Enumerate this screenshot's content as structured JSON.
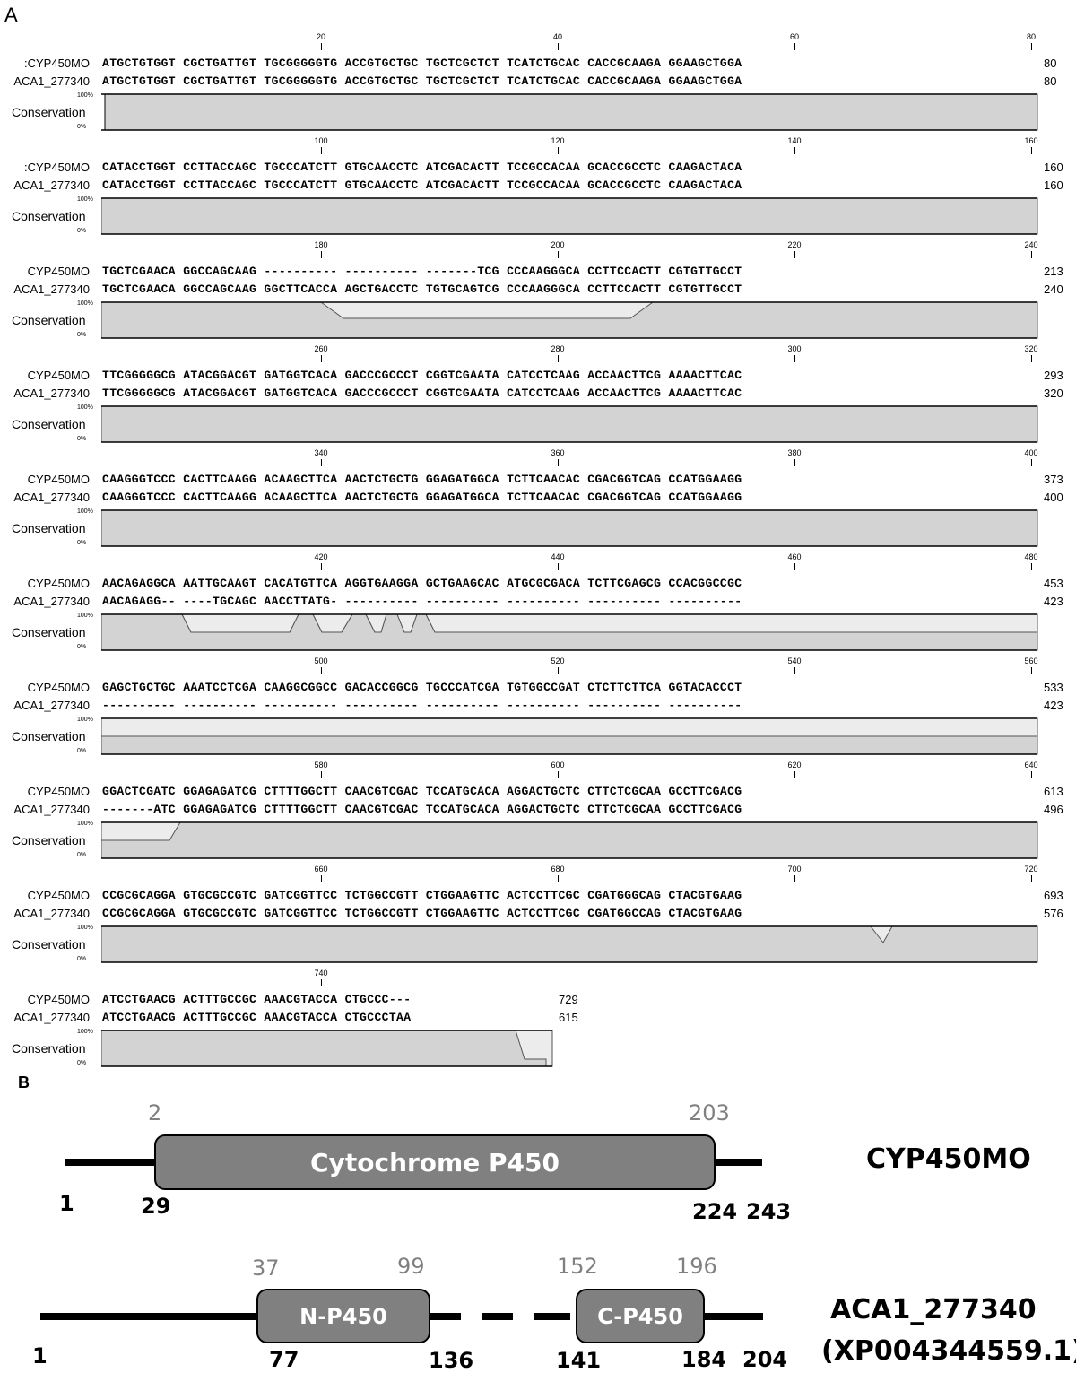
{
  "panelA": {
    "label": "A",
    "conservation_label": "Conservation",
    "pct_top": "100%",
    "pct_bottom": "0%",
    "blocks": [
      {
        "ruler": [
          "20",
          "40",
          "60",
          "80"
        ],
        "rows": [
          {
            "name": "CYP450MO",
            "prefix": ":",
            "seq": "ATGCTGTGGT CGCTGATTGT TGCGGGGGTG ACCGTGCTGC TGCTCGCTCT TCATCTGCAC CACCGCAAGA GGAAGCTGGA",
            "end": "80"
          },
          {
            "name": "ACA1_277340",
            "prefix": "",
            "seq": "ATGCTGTGGT CGCTGATTGT TGCGGGGGTG ACCGTGCTGC TGCTCGCTCT TCATCTGCAC CACCGCAAGA GGAAGCTGGA",
            "end": "80"
          }
        ],
        "cons": "full_with_start"
      },
      {
        "ruler": [
          "100",
          "120",
          "140",
          "160"
        ],
        "rows": [
          {
            "name": "CYP450MO",
            "prefix": ":",
            "seq": "CATACCTGGT CCTTACCAGC TGCCCATCTT GTGCAACCTC ATCGACACTT TCCGCCACAA GCACCGCCTC CAAGACTACA",
            "end": "160"
          },
          {
            "name": "ACA1_277340",
            "prefix": "",
            "seq": "CATACCTGGT CCTTACCAGC TGCCCATCTT GTGCAACCTC ATCGACACTT TCCGCCACAA GCACCGCCTC CAAGACTACA",
            "end": "160"
          }
        ],
        "cons": "full"
      },
      {
        "ruler": [
          "180",
          "200",
          "220",
          "240"
        ],
        "rows": [
          {
            "name": "CYP450MO",
            "prefix": "",
            "seq": "TGCTCGAACA GGCCAGCAAG ---------- ---------- -------TCG CCCAAGGGCA CCTTCCACTT CGTGTTGCCT",
            "end": "213"
          },
          {
            "name": "ACA1_277340",
            "prefix": "",
            "seq": "TGCTCGAACA GGCCAGCAAG GGCTTCACCA AGCTGACCTC TGTGCAGTCG CCCAAGGGCA CCTTCCACTT CGTGTTGCCT",
            "end": "240"
          }
        ],
        "cons": "dip1"
      },
      {
        "ruler": [
          "260",
          "280",
          "300",
          "320"
        ],
        "rows": [
          {
            "name": "CYP450MO",
            "prefix": "",
            "seq": "TTCGGGGGCG ATACGGACGT GATGGTCACA GACCCGCCCT CGGTCGAATA CATCCTCAAG ACCAACTTCG AAAACTTCAC",
            "end": "293"
          },
          {
            "name": "ACA1_277340",
            "prefix": "",
            "seq": "TTCGGGGGCG ATACGGACGT GATGGTCACA GACCCGCCCT CGGTCGAATA CATCCTCAAG ACCAACTTCG AAAACTTCAC",
            "end": "320"
          }
        ],
        "cons": "full"
      },
      {
        "ruler": [
          "340",
          "360",
          "380",
          "400"
        ],
        "rows": [
          {
            "name": "CYP450MO",
            "prefix": "",
            "seq": "CAAGGGTCCC CACTTCAAGG ACAAGCTTCA AACTCTGCTG GGAGATGGCA TCTTCAACAC CGACGGTCAG CCATGGAAGG",
            "end": "373"
          },
          {
            "name": "ACA1_277340",
            "prefix": "",
            "seq": "CAAGGGTCCC CACTTCAAGG ACAAGCTTCA AACTCTGCTG GGAGATGGCA TCTTCAACAC CGACGGTCAG CCATGGAAGG",
            "end": "400"
          }
        ],
        "cons": "full"
      },
      {
        "ruler": [
          "420",
          "440",
          "460",
          "480"
        ],
        "rows": [
          {
            "name": "CYP450MO",
            "prefix": "",
            "seq": "AACAGAGGCA AATTGCAAGT CACATGTTCA AGGTGAAGGA GCTGAAGCAC ATGCGCGACA TCTTCGAGCG CCACGGCCGC",
            "end": "453"
          },
          {
            "name": "ACA1_277340",
            "prefix": "",
            "seq": "AACAGAGG-- ----TGCAGC AACCTTATG- ---------- ---------- ---------- ---------- ----------",
            "end": "423"
          }
        ],
        "cons": "multi"
      },
      {
        "ruler": [
          "500",
          "520",
          "540",
          "560"
        ],
        "rows": [
          {
            "name": "CYP450MO",
            "prefix": "",
            "seq": "GAGCTGCTGC AAATCCTCGA CAAGGCGGCC GACACCGGCG TGCCCATCGA TGTGGCCGAT CTCTTCTTCA GGTACACCCT",
            "end": "533"
          },
          {
            "name": "ACA1_277340",
            "prefix": "",
            "seq": "---------- ---------- ---------- ---------- ---------- ---------- ---------- ----------",
            "end": "423"
          }
        ],
        "cons": "half"
      },
      {
        "ruler": [
          "580",
          "600",
          "620",
          "640"
        ],
        "rows": [
          {
            "name": "CYP450MO",
            "prefix": "",
            "seq": "GGACTCGATC GGAGAGATCG CTTTTGGCTT CAACGTCGAC TCCATGCACA AGGACTGCTC CTTCTCGCAA GCCTTCGACG",
            "end": "613"
          },
          {
            "name": "ACA1_277340",
            "prefix": "",
            "seq": "-------ATC GGAGAGATCG CTTTTGGCTT CAACGTCGAC TCCATGCACA AGGACTGCTC CTTCTCGCAA GCCTTCGACG",
            "end": "496"
          }
        ],
        "cons": "rise"
      },
      {
        "ruler": [
          "660",
          "680",
          "700",
          "720"
        ],
        "rows": [
          {
            "name": "CYP450MO",
            "prefix": "",
            "seq": "CCGCGCAGGA GTGCGCCGTC GATCGGTTCC TCTGGCCGTT CTGGAAGTTC ACTCCTTCGC CGATGGGCAG CTACGTGAAG",
            "end": "693"
          },
          {
            "name": "ACA1_277340",
            "prefix": "",
            "seq": "CCGCGCAGGA GTGCGCCGTC GATCGGTTCC TCTGGCCGTT CTGGAAGTTC ACTCCTTCGC CGATGGCCAG CTACGTGAAG",
            "end": "576"
          }
        ],
        "cons": "vnotch"
      },
      {
        "ruler": [
          "740"
        ],
        "rows": [
          {
            "name": "CYP450MO",
            "prefix": "",
            "seq": "ATCCTGAACG ACTTTGCCGC AAACGTACCA CTGCCC---",
            "end": "729"
          },
          {
            "name": "ACA1_277340",
            "prefix": "",
            "seq": "ATCCTGAACG ACTTTGCCGC AAACGTACCA CTGCCCTAA",
            "end": "615"
          }
        ],
        "cons": "end"
      }
    ]
  },
  "panelB": {
    "label": "B",
    "cyp": {
      "name": "CYP450MO",
      "domain_label": "Cytochrome P450",
      "start": "1",
      "end": "243",
      "domain_start": "29",
      "domain_end": "224",
      "grey_start": "2",
      "grey_end": "203"
    },
    "aca": {
      "name_line1": "ACA1_277340",
      "name_line2": "(XP004344559.1)",
      "start": "1",
      "end": "204",
      "n_label": "N-P450",
      "c_label": "C-P450",
      "n_start": "77",
      "n_end": "136",
      "c_start": "141",
      "c_end": "184",
      "grey_n_start": "37",
      "grey_n_end": "99",
      "grey_c_start": "152",
      "grey_c_end": "196"
    }
  }
}
